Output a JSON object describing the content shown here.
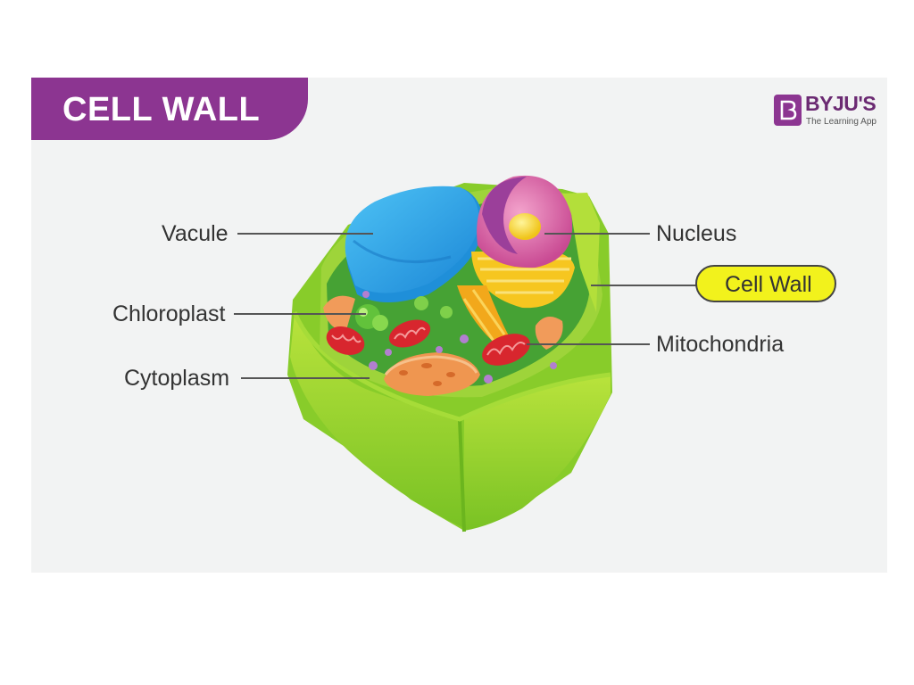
{
  "header": {
    "title": "CELL WALL"
  },
  "brand": {
    "name": "BYJU'S",
    "tagline": "The Learning App",
    "color": "#8c3591"
  },
  "labels": {
    "vacule": "Vacule",
    "chloroplast": "Chloroplast",
    "cytoplasm": "Cytoplasm",
    "nucleus": "Nucleus",
    "cell_wall": "Cell Wall",
    "mitochondria": "Mitochondria"
  },
  "colors": {
    "banner": "#8c3591",
    "highlight": "#f2f21c",
    "cell_wall": "#8fd12c",
    "vacuole": "#2ea7e8",
    "nucleus": "#e86aa8",
    "mitochondria": "#d8262e"
  }
}
